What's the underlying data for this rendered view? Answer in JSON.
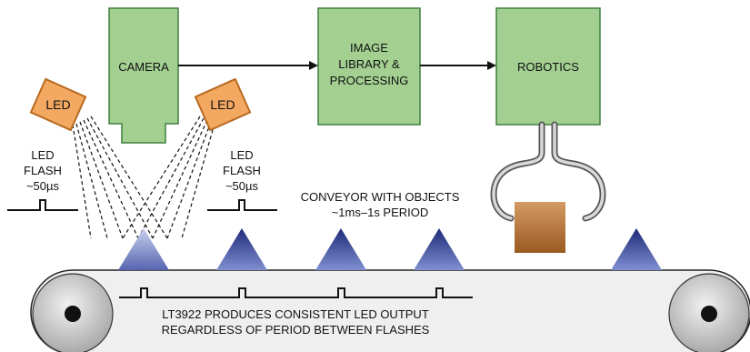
{
  "blocks": {
    "camera": "CAMERA",
    "image_processing": [
      "IMAGE",
      "LIBRARY &",
      "PROCESSING"
    ],
    "robotics": "ROBOTICS"
  },
  "leds": {
    "left": "LED",
    "right": "LED"
  },
  "flash_labels": {
    "left": [
      "LED",
      "FLASH",
      "~50µs"
    ],
    "right": [
      "LED",
      "FLASH",
      "~50µs"
    ]
  },
  "conveyor_label": [
    "CONVEYOR WITH OBJECTS",
    "~1ms–1s PERIOD"
  ],
  "driver_label": [
    "LT3922 PRODUCES CONSISTENT LED OUTPUT",
    "REGARDLESS OF PERIOD BETWEEN FLASHES"
  ],
  "colors": {
    "block_fill": "#9fcf8f",
    "block_stroke": "#3a7d3a",
    "led_fill": "#f0a860",
    "led_stroke": "#b86a1e",
    "object_dark": "#2c3a8c",
    "object_light": "#b9c2e6",
    "belt": "#ededed",
    "roller": "#d2d2d2",
    "box": "#b06e30"
  }
}
